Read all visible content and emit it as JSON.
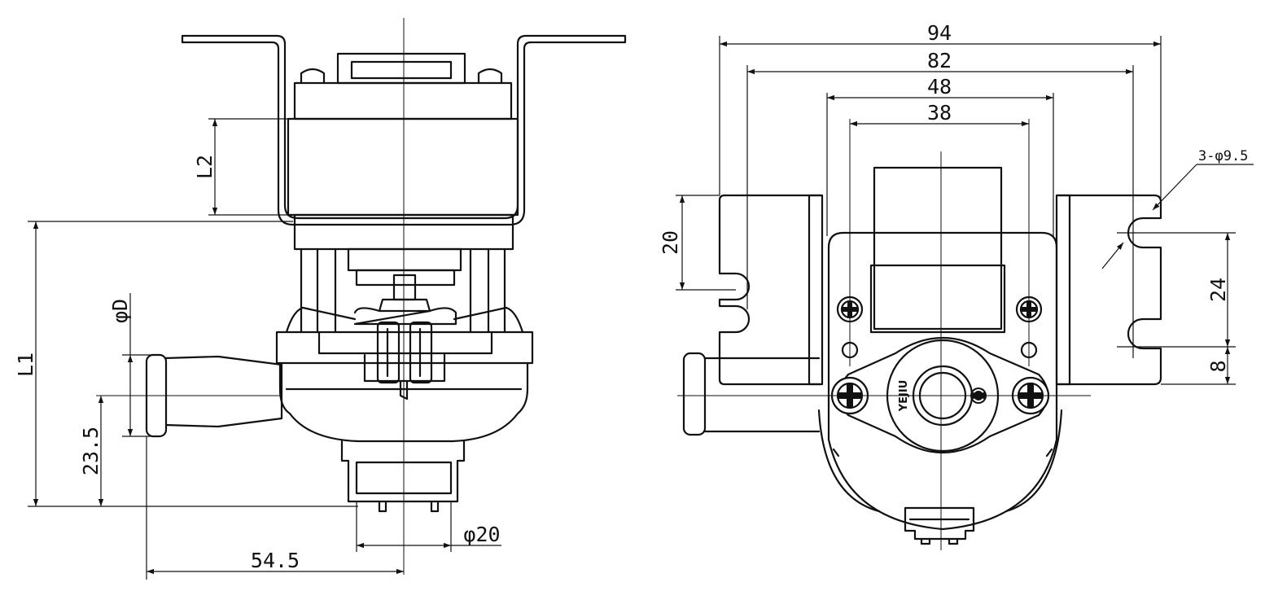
{
  "left_view": {
    "labels": {
      "l2": "L2",
      "l1": "L1",
      "phi_d": "φD",
      "d_23_5": "23.5",
      "d_54_5": "54.5",
      "d_phi20": "φ20"
    }
  },
  "right_view": {
    "labels": {
      "d_94": "94",
      "d_82": "82",
      "d_48": "48",
      "d_38": "38",
      "d_20": "20",
      "d_24": "24",
      "d_8": "8",
      "holes": "3-φ9.5"
    },
    "logo_text": "YEJIU"
  }
}
